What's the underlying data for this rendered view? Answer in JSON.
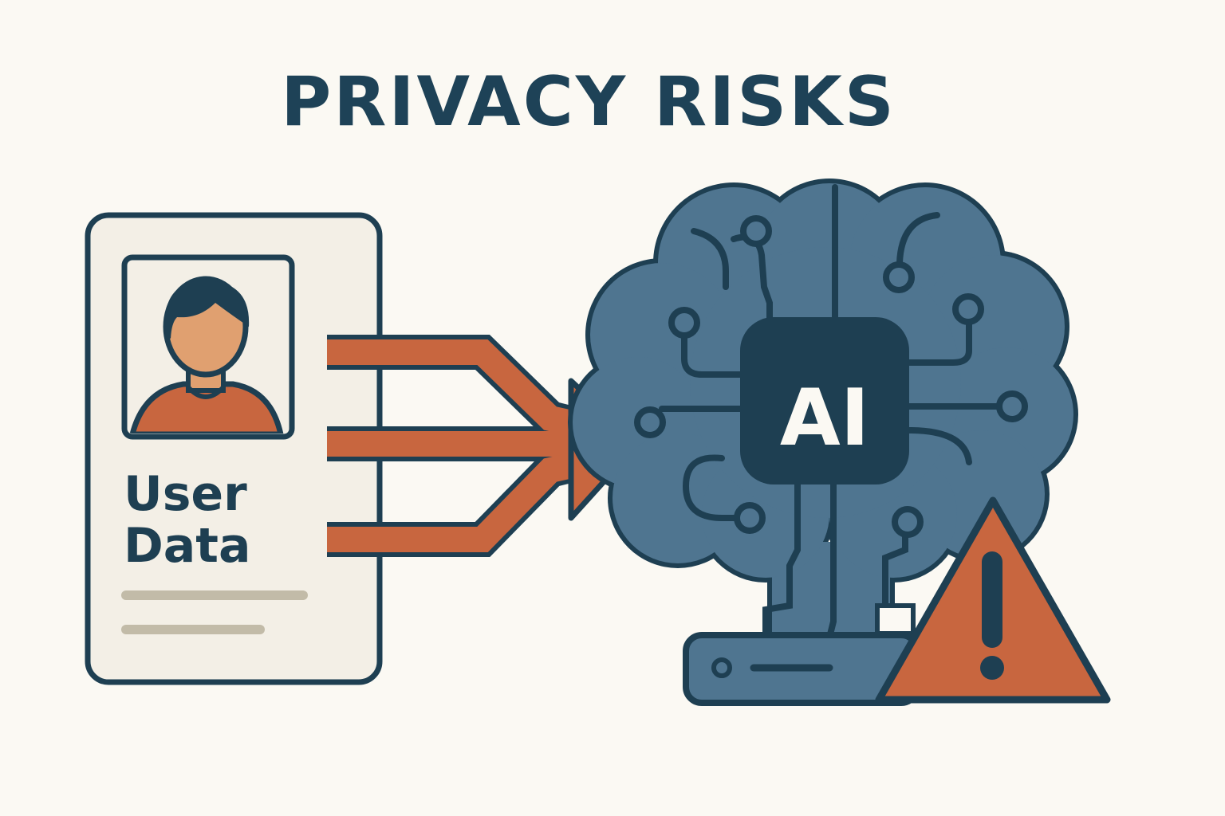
{
  "title": "PRIVACY RISKS",
  "card": {
    "line1": "User",
    "line2": "Data"
  },
  "ai_label": "AI",
  "icons": [
    "user-avatar-icon",
    "data-flow-arrow-icon",
    "brain-circuit-icon",
    "server-icon",
    "warning-triangle-icon"
  ],
  "colors": {
    "background": "#fbf9f3",
    "dark": "#1e3f52",
    "brain": "#4f7590",
    "orange": "#c8663f",
    "card": "#f3efe6",
    "skin": "#e0a070",
    "placeholder": "#c2bba8"
  }
}
